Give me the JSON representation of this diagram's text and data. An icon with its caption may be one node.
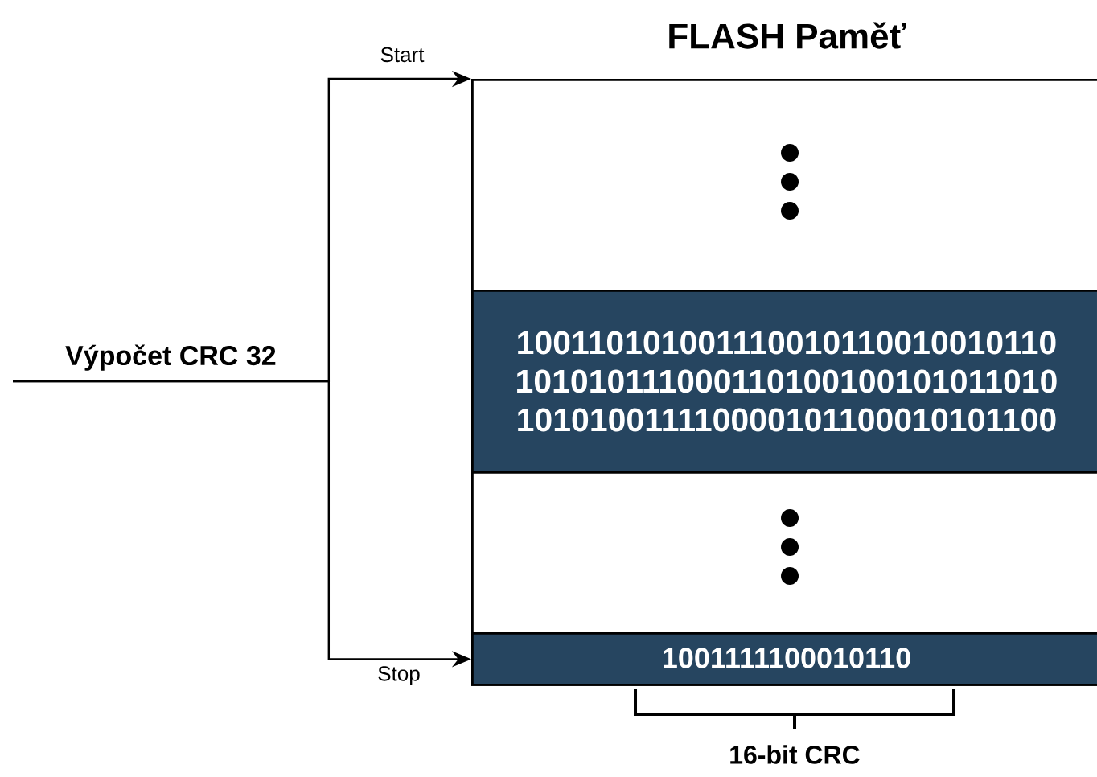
{
  "diagram": {
    "nodes": [
      {
        "text": [
          "Výpočet CRC 32"
        ]
      },
      {
        "text": [
          "FLASH Paměť"
        ]
      },
      {
        "text": [
          "100110101001110010110010010110",
          "101010111000110100100101011010",
          "101010011110000101100010101100"
        ],
        "in": 1
      },
      {
        "text": [
          "1001111100010110"
        ],
        "in": 1
      }
    ],
    "edges": [
      {
        "from": 0,
        "to": 1,
        "arrow": "to",
        "label": "Start"
      },
      {
        "from": 0,
        "to": 3,
        "arrow": "to",
        "label": "Stop"
      }
    ],
    "labels": [
      "16-bit CRC"
    ]
  }
}
